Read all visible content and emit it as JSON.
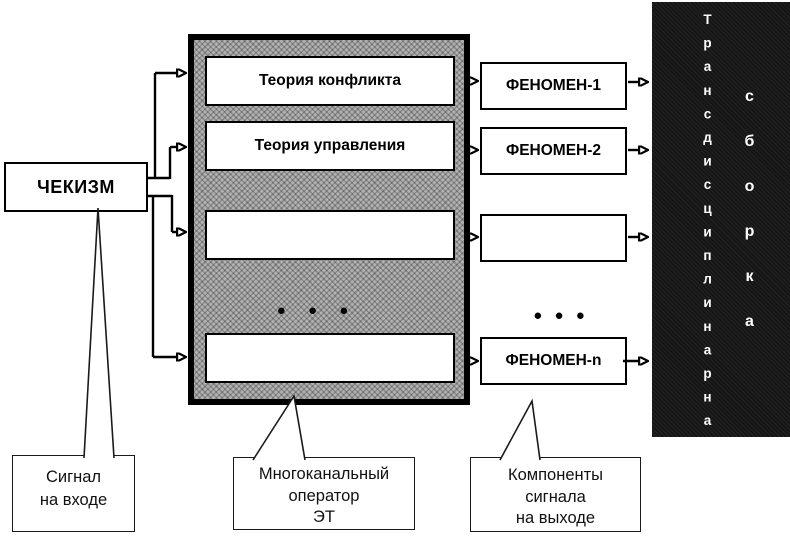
{
  "source": {
    "label": "ЧЕКИЗМ"
  },
  "operator": {
    "channels": [
      {
        "theory": "Теория конфликта",
        "phenomenon": "ФЕНОМЕН-1"
      },
      {
        "theory": "Теория управления",
        "phenomenon": "ФЕНОМЕН-2"
      },
      {
        "theory": "",
        "phenomenon": ""
      },
      {
        "theory": "",
        "phenomenon": "ФЕНОМЕН-n"
      }
    ],
    "ellipsis": "● ● ●"
  },
  "assembly": {
    "word_primary": "Трансдисциплинарная",
    "word_secondary": "сборка"
  },
  "callouts": {
    "input": {
      "lines": [
        "Сигнал",
        "на входе"
      ]
    },
    "operator": {
      "lines": [
        "Многоканальный",
        "оператор",
        "ЭТ"
      ]
    },
    "output": {
      "lines": [
        "Компоненты",
        "сигнала",
        "на выходе"
      ]
    }
  },
  "colors": {
    "line": "#000000",
    "panel_fill": "#b3b3b3",
    "bar_fill": "#161616",
    "bar_text": "#ffffff",
    "background": "#ffffff"
  }
}
